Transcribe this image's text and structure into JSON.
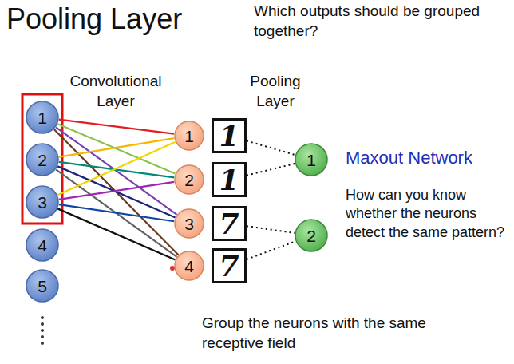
{
  "diagram": {
    "title": "Pooling Layer",
    "nodes": [
      {
        "text": [
          "1"
        ]
      },
      {
        "text": [
          "2"
        ]
      },
      {
        "text": [
          "3"
        ]
      },
      {
        "text": [
          "4"
        ]
      },
      {
        "text": [
          "5"
        ]
      },
      {
        "text": [
          "1"
        ]
      },
      {
        "text": [
          "2"
        ]
      },
      {
        "text": [
          "3"
        ]
      },
      {
        "text": [
          "4"
        ]
      },
      {
        "text": [
          "1"
        ]
      },
      {
        "text": [
          "1"
        ]
      },
      {
        "text": [
          "7"
        ]
      },
      {
        "text": [
          "7"
        ]
      },
      {
        "text": [
          "1"
        ]
      },
      {
        "text": [
          "2"
        ]
      }
    ],
    "edges": [
      {
        "from": 0,
        "to": 5,
        "arrow": "none"
      },
      {
        "from": 0,
        "to": 6,
        "arrow": "none"
      },
      {
        "from": 0,
        "to": 7,
        "arrow": "none"
      },
      {
        "from": 0,
        "to": 8,
        "arrow": "none"
      },
      {
        "from": 1,
        "to": 5,
        "arrow": "none"
      },
      {
        "from": 1,
        "to": 6,
        "arrow": "none"
      },
      {
        "from": 1,
        "to": 7,
        "arrow": "none"
      },
      {
        "from": 1,
        "to": 8,
        "arrow": "none"
      },
      {
        "from": 2,
        "to": 5,
        "arrow": "none"
      },
      {
        "from": 2,
        "to": 6,
        "arrow": "none"
      },
      {
        "from": 2,
        "to": 7,
        "arrow": "none"
      },
      {
        "from": 2,
        "to": 8,
        "arrow": "none"
      },
      {
        "from": 9,
        "to": 13,
        "arrow": "none"
      },
      {
        "from": 10,
        "to": 13,
        "arrow": "none"
      },
      {
        "from": 11,
        "to": 14,
        "arrow": "none"
      },
      {
        "from": 12,
        "to": 14,
        "arrow": "none"
      }
    ],
    "labels": [
      "Convolutional Layer",
      "Pooling Layer",
      "Which outputs should be grouped together?",
      "Maxout Network",
      "How can you know whether the neurons detect the same pattern?",
      "Group the neurons with the same receptive field"
    ]
  }
}
